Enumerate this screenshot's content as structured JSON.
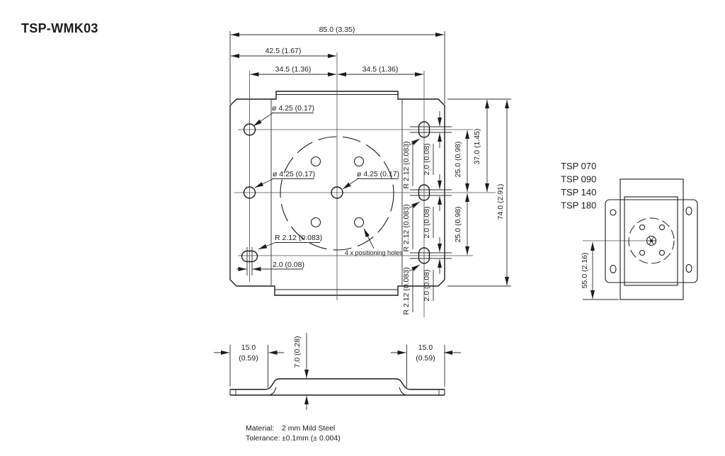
{
  "title": "TSP-WMK03",
  "front_view": {
    "dims": {
      "total_width": "85.0 (3.35)",
      "half_width": "42.5 (1.67)",
      "left_hole_offset": "34.5 (1.36)",
      "right_hole_offset": "34.5 (1.36)",
      "hole_top_left": "ø 4.25 (0.17)",
      "hole_mid_left": "ø 4.25 (0.17)",
      "hole_center": "ø 4.25 (0.17)",
      "slot_bl_radius": "R 2.12 (0.083)",
      "slot_bl_length": "2.0 (0.08)",
      "slot_r1_radius": "R 2.12 (0.083)",
      "slot_r2_radius": "R 2.12 (0.083)",
      "slot_r3_radius": "R 2.12 (0.083)",
      "slot_r1_length": "2.0 (0.08)",
      "slot_r2_length": "2.0 (0.08)",
      "slot_r3_length": "2.0 (0.08)",
      "row_spacing_upper": "25.0 (0.98)",
      "row_spacing_lower": "25.0 (0.98)",
      "top_to_center": "37.0 (1.45)",
      "total_height": "74.0 (2.91)"
    },
    "annotations": {
      "positioning_holes": "4 x positioning holes"
    }
  },
  "side_view": {
    "compatible_models": [
      "TSP 070",
      "TSP 090",
      "TSP 140",
      "TSP 180"
    ],
    "dims": {
      "center_to_bottom": "55.0 (2.16)"
    }
  },
  "profile_view": {
    "dims": {
      "flange_left_mm": "15.0",
      "flange_left_in": "(0.59)",
      "flange_right_mm": "15.0",
      "flange_right_in": "(0.59)",
      "depth": "7.0 (0.28)"
    }
  },
  "notes": {
    "material_label": "Material:",
    "material_value": "2 mm Mild Steel",
    "tolerance_label": "Tolerance:",
    "tolerance_value": "±0.1mm (± 0.004)"
  },
  "colors": {
    "line": "#1c1c1c",
    "background": "#ffffff"
  }
}
